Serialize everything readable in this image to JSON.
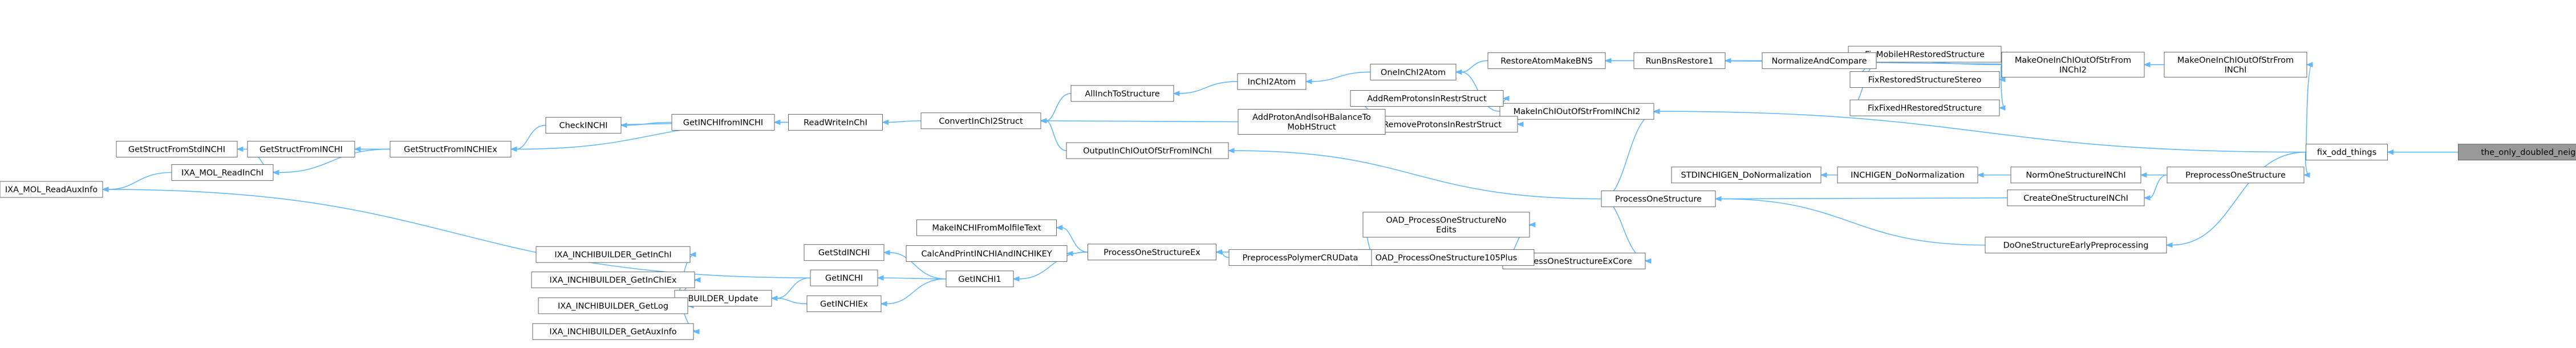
{
  "graph": {
    "type": "call-graph",
    "highlight_color": "#999999",
    "edge_color": "#63b8ff",
    "border_color": "#666666",
    "nodes": [
      {
        "id": "the_only_doubled",
        "label": "the_only_doubled_neigh"
      },
      {
        "id": "fix_odd_things",
        "label": "fix_odd_things"
      },
      {
        "id": "MakeOneInChIOutOfStrFromINChI",
        "label": [
          "MakeOneInChIOutOfStrFrom",
          "INChI"
        ]
      },
      {
        "id": "PreprocessOneStructure",
        "label": "PreprocessOneStructure"
      },
      {
        "id": "CreateOneStructureINChI",
        "label": "CreateOneStructureINChI"
      },
      {
        "id": "DoOneStructureEarlyPreprocessing",
        "label": "DoOneStructureEarlyPreprocessing"
      },
      {
        "id": "MakeOneInChIOutOfStrFromINChI2",
        "label": [
          "MakeOneInChIOutOfStrFrom",
          "INChI2"
        ]
      },
      {
        "id": "NormOneStructureINChI",
        "label": "NormOneStructureINChI"
      },
      {
        "id": "INCHIGEN_DoNormalization",
        "label": "INCHIGEN_DoNormalization"
      },
      {
        "id": "STDINCHIGEN_DoNormalization",
        "label": "STDINCHIGEN_DoNormalization"
      },
      {
        "id": "ProcessOneStructure",
        "label": "ProcessOneStructure"
      },
      {
        "id": "ProcessOneStructureExCore",
        "label": "ProcessOneStructureExCore"
      },
      {
        "id": "FixMobileHRestoredStructure",
        "label": "FixMobileHRestoredStructure"
      },
      {
        "id": "FixRestoredStructureStereo",
        "label": "FixRestoredStructureStereo"
      },
      {
        "id": "FixFixedHRestoredStructure",
        "label": "FixFixedHRestoredStructure"
      },
      {
        "id": "NormalizeAndCompare",
        "label": "NormalizeAndCompare"
      },
      {
        "id": "RunBnsRestore1",
        "label": "RunBnsRestore1"
      },
      {
        "id": "RestoreAtomMakeBNS",
        "label": "RestoreAtomMakeBNS"
      },
      {
        "id": "OneInChI2Atom",
        "label": "OneInChI2Atom"
      },
      {
        "id": "InChI2Atom",
        "label": "InChI2Atom"
      },
      {
        "id": "AllInchToStructure",
        "label": "AllInchToStructure"
      },
      {
        "id": "ConvertInChI2Struct",
        "label": "ConvertInChI2Struct"
      },
      {
        "id": "MakeInChIOutOfStrFromINChI2",
        "label": "MakeInChIOutOfStrFromINChI2"
      },
      {
        "id": "AddRemProtonsInRestrStruct",
        "label": "AddRemProtonsInRestrStruct"
      },
      {
        "id": "AddRemoveProtonsInRestrStruct",
        "label": "AddRemoveProtonsInRestrStruct"
      },
      {
        "id": "AddProtonAndIsoHBalanceToMobHStruct",
        "label": [
          "AddProtonAndIsoHBalanceTo",
          "MobHStruct"
        ]
      },
      {
        "id": "OutputInChIOutOfStrFromINChI",
        "label": "OutputInChIOutOfStrFromINChI"
      },
      {
        "id": "ReadWriteInChI",
        "label": "ReadWriteInChI"
      },
      {
        "id": "GetINCHIfromINCHI",
        "label": "GetINCHIfromINCHI"
      },
      {
        "id": "CheckINCHI",
        "label": "CheckINCHI"
      },
      {
        "id": "GetStructFromINCHIEx",
        "label": "GetStructFromINCHIEx"
      },
      {
        "id": "GetStructFromINCHI",
        "label": "GetStructFromINCHI"
      },
      {
        "id": "GetStructFromStdINCHI",
        "label": "GetStructFromStdINCHI"
      },
      {
        "id": "IXA_MOL_ReadInChI",
        "label": "IXA_MOL_ReadInChI"
      },
      {
        "id": "IXA_MOL_ReadAuxInfo",
        "label": "IXA_MOL_ReadAuxInfo"
      },
      {
        "id": "OAD_ProcessOneStructureNoEdits",
        "label": [
          "OAD_ProcessOneStructureNo",
          "Edits"
        ]
      },
      {
        "id": "OAD_ProcessOneStructure105Plus",
        "label": "OAD_ProcessOneStructure105Plus"
      },
      {
        "id": "PreprocessPolymerCRUData",
        "label": "PreprocessPolymerCRUData"
      },
      {
        "id": "ProcessOneStructureEx",
        "label": "ProcessOneStructureEx"
      },
      {
        "id": "MakeINCHIFromMolfileText",
        "label": "MakeINCHIFromMolfileText"
      },
      {
        "id": "CalcAndPrintINCHIAndINCHIKEY",
        "label": "CalcAndPrintINCHIAndINCHIKEY"
      },
      {
        "id": "GetINCHI1",
        "label": "GetINCHI1"
      },
      {
        "id": "GetStdINCHI",
        "label": "GetStdINCHI"
      },
      {
        "id": "GetINCHI",
        "label": "GetINCHI"
      },
      {
        "id": "GetINCHIEx",
        "label": "GetINCHIEx"
      },
      {
        "id": "BUILDER_Update",
        "label": "BUILDER_Update"
      },
      {
        "id": "IXA_INCHIBUILDER_GetInChI",
        "label": "IXA_INCHIBUILDER_GetInChI"
      },
      {
        "id": "IXA_INCHIBUILDER_GetInChIEx",
        "label": "IXA_INCHIBUILDER_GetInChIEx"
      },
      {
        "id": "IXA_INCHIBUILDER_GetLog",
        "label": "IXA_INCHIBUILDER_GetLog"
      },
      {
        "id": "IXA_INCHIBUILDER_GetAuxInfo",
        "label": "IXA_INCHIBUILDER_GetAuxInfo"
      }
    ]
  }
}
